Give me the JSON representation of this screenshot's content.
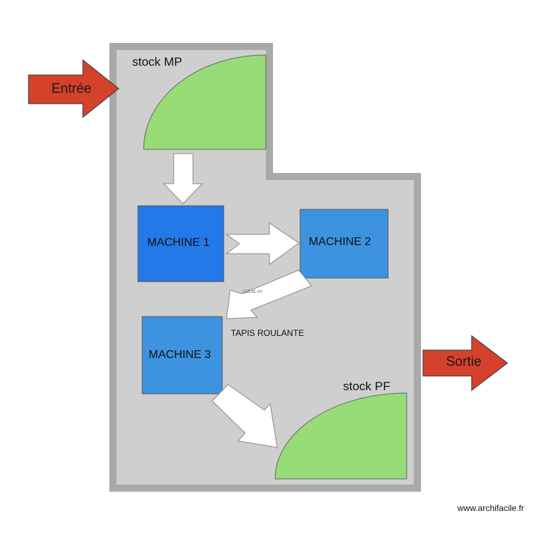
{
  "colors": {
    "wall": "#a9a9a9",
    "floor": "#cfcfcf",
    "stock": "#98dc78",
    "machine_1": "#2479e8",
    "machine_2_3": "#3d93e0",
    "io_arrow": "#d6412b",
    "flow_arrow": "#ffffff"
  },
  "entry": {
    "label": "Entrée"
  },
  "exit": {
    "label": "Sortie"
  },
  "stock_mp": {
    "label": "stock MP"
  },
  "stock_pf": {
    "label": "stock PF"
  },
  "machines": [
    {
      "label": "MACHINE 1"
    },
    {
      "label": "MACHINE 2"
    },
    {
      "label": "MACHINE 3"
    }
  ],
  "conveyor": {
    "label": "TAPIS ROULANTE",
    "area": "125.41 m²"
  },
  "watermark": "www.archifacile.fr"
}
